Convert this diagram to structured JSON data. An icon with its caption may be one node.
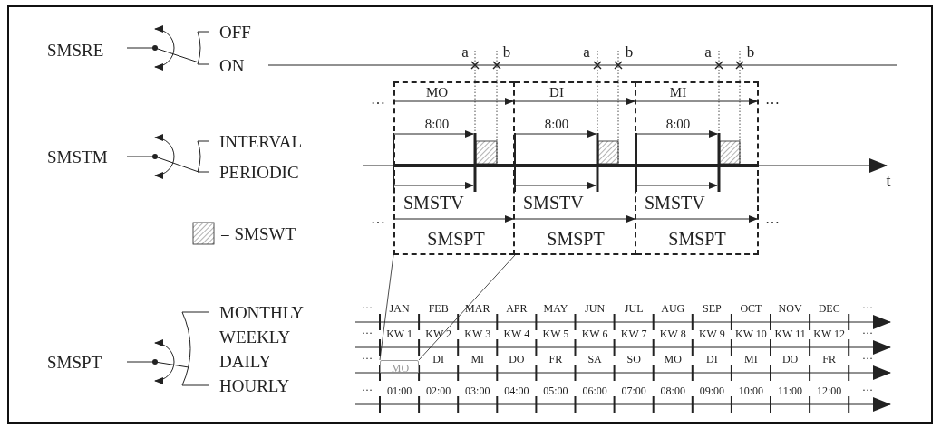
{
  "diagram": {
    "nodes": [
      {
        "text": [
          "MO",
          "8:00",
          "SMSTV",
          "SMSPT"
        ]
      },
      {
        "text": [
          "DI",
          "8:00",
          "SMSTV",
          "SMSPT"
        ]
      },
      {
        "text": [
          "MI",
          "8:00",
          "SMSTV",
          "SMSPT"
        ]
      },
      {
        "text": [
          "MO"
        ]
      }
    ],
    "edges": [
      {
        "from": 0,
        "to": 3,
        "arrow": "none"
      },
      {
        "from": 0,
        "to": 3,
        "arrow": "none"
      }
    ],
    "labels": [
      "SMSRE",
      "OFF",
      "ON",
      "a",
      "b",
      "a",
      "b",
      "a",
      "b",
      "…",
      "…",
      "SMSTM",
      "INTERVAL",
      "PERIODIC",
      "t",
      "…",
      "…",
      "SMSPT",
      "MONTHLY",
      "WEEKLY",
      "DAILY",
      "HOURLY",
      "…",
      "JAN",
      "FEB",
      "MAR",
      "APR",
      "MAY",
      "JUN",
      "JUL",
      "AUG",
      "SEP",
      "OCT",
      "NOV",
      "DEC",
      "…",
      "…",
      "KW 1",
      "KW 2",
      "KW 3",
      "KW 4",
      "KW 5",
      "KW 6",
      "KW 7",
      "KW 8",
      "KW 9",
      "KW 10",
      "KW 11",
      "KW 12",
      "…",
      "…",
      "DI",
      "MI",
      "DO",
      "FR",
      "SA",
      "SO",
      "MO",
      "DI",
      "MI",
      "DO",
      "FR",
      "…",
      "…",
      "01:00",
      "02:00",
      "03:00",
      "04:00",
      "05:00",
      "06:00",
      "07:00",
      "08:00",
      "09:00",
      "10:00",
      "11:00",
      "12:00",
      "…"
    ],
    "legend": [
      {
        "text": "= SMSWT"
      }
    ]
  }
}
